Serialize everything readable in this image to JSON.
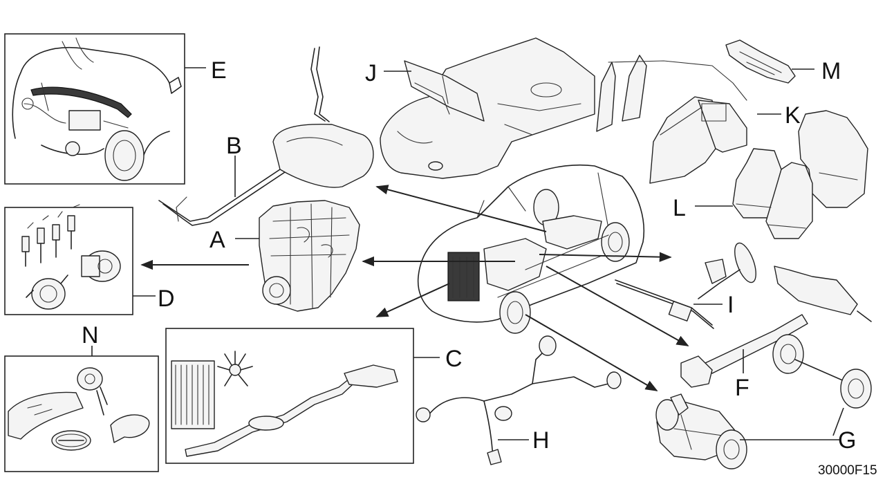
{
  "callouts": {
    "A": "A",
    "B": "B",
    "C": "C",
    "D": "D",
    "E": "E",
    "F": "F",
    "G": "G",
    "H": "H",
    "I": "I",
    "J": "J",
    "K": "K",
    "L": "L",
    "M": "M",
    "N": "N"
  },
  "diagram_code": "30000F15"
}
